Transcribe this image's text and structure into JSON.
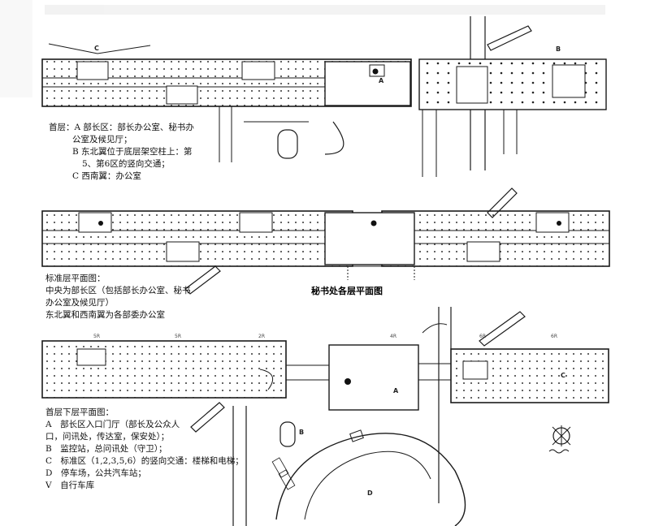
{
  "title": "秘书处各层平面图",
  "markers": {
    "c_top": "C",
    "b_top": "B",
    "a_ground": "A",
    "a_lower": "A",
    "b_lower": "B",
    "c_lower": "C",
    "d_lower": "D"
  },
  "ground_floor_caption": [
    "首层：A 部长区：部长办公室、秘书办",
    "公室及候见厅；",
    "B 东北翼位于底层架空柱上：第",
    "5、第6区的竖向交通；",
    "C 西南翼：办公室"
  ],
  "standard_floor_caption": [
    "标准层平面图：",
    "中央为部长区（包括部长办公室、秘书",
    "办公室及候见厅）",
    "东北翼和西南翼为各部委办公室"
  ],
  "lower_floor_caption": [
    "首层下层平面图：",
    "A　部长区入口门厅（部长及公众人",
    "口，问讯处，传达室，保安处）；",
    "B　监控站，总问讯处（守卫）；",
    "C　标准区（1,2,3,5,6）的竖向交通：楼梯和电梯；",
    "D　停车场，公共汽车站；",
    "V　自行车库"
  ],
  "zone_numbers": [
    "5R",
    "5R",
    "2R",
    "4R",
    "6R",
    "6R"
  ],
  "colors": {
    "ink": "#1a1a1a",
    "paper": "#ffffff",
    "hatch": "#555555"
  }
}
